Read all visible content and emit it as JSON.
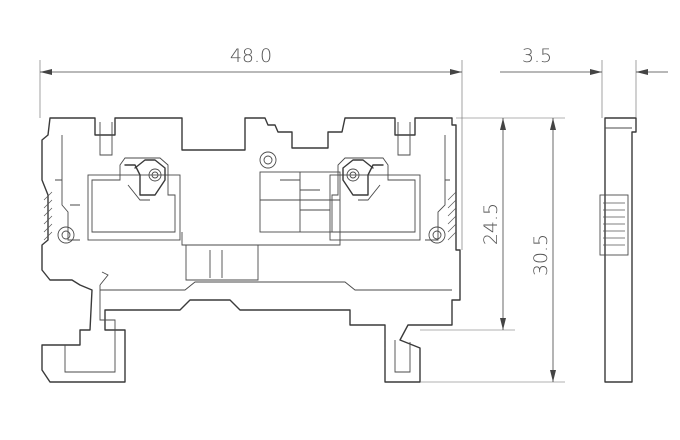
{
  "drawing": {
    "dimensions": {
      "overall_width": "48.0",
      "side_thickness": "3.5",
      "inner_height": "24.5",
      "total_height": "30.5"
    },
    "views": [
      "front-view",
      "side-view"
    ]
  }
}
